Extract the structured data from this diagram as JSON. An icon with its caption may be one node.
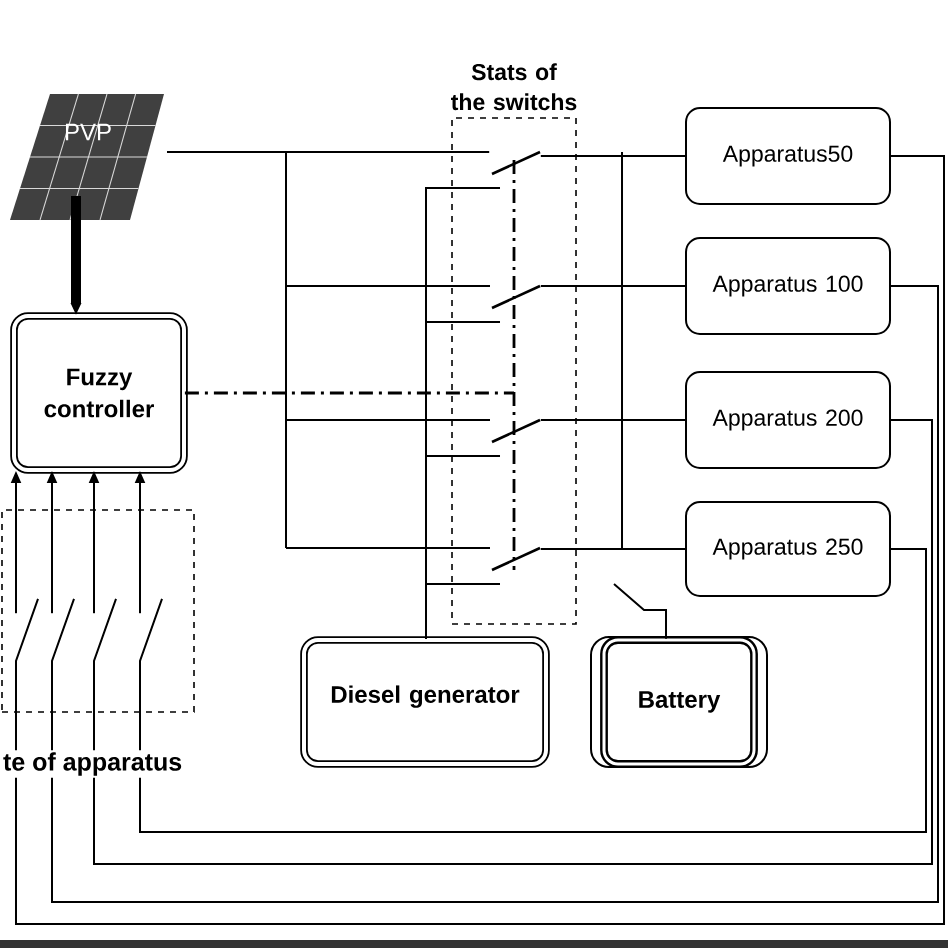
{
  "diagram": {
    "nodes": [
      {
        "text": [
          "PVP"
        ]
      },
      {
        "text": [
          "Fuzzy controller"
        ]
      },
      {
        "text": [
          "Stats of the switchs"
        ]
      },
      {
        "text": [
          "Apparatus50"
        ]
      },
      {
        "text": [
          "Apparatus 100"
        ]
      },
      {
        "text": [
          "Apparatus 200"
        ]
      },
      {
        "text": [
          "Apparatus 250"
        ]
      },
      {
        "text": [
          "Diesel generator"
        ]
      },
      {
        "text": [
          "Battery"
        ]
      },
      {
        "text": [
          "te of apparatus"
        ]
      }
    ],
    "edges": [
      {
        "from": 0,
        "to": 1,
        "arrow": "to",
        "style": "thick"
      },
      {
        "from": 1,
        "to": 2,
        "arrow": "none",
        "style": "dashed"
      },
      {
        "from": 0,
        "to": 2,
        "arrow": "none"
      },
      {
        "from": 2,
        "to": 3,
        "arrow": "none"
      },
      {
        "from": 2,
        "to": 4,
        "arrow": "none"
      },
      {
        "from": 2,
        "to": 5,
        "arrow": "none"
      },
      {
        "from": 2,
        "to": 6,
        "arrow": "none"
      },
      {
        "from": 7,
        "to": 2,
        "arrow": "none"
      },
      {
        "from": 8,
        "to": null,
        "arrow": "none"
      },
      {
        "from": 3,
        "to": 9,
        "arrow": "none"
      },
      {
        "from": 4,
        "to": 9,
        "arrow": "none"
      },
      {
        "from": 5,
        "to": 9,
        "arrow": "none"
      },
      {
        "from": 6,
        "to": 9,
        "arrow": "none"
      },
      {
        "from": 9,
        "to": 1,
        "arrow": "to"
      },
      {
        "from": 9,
        "to": 1,
        "arrow": "to"
      },
      {
        "from": 9,
        "to": 1,
        "arrow": "to"
      },
      {
        "from": 9,
        "to": 1,
        "arrow": "to"
      }
    ]
  }
}
